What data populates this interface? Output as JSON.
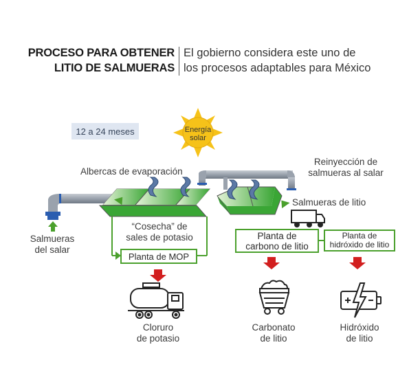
{
  "header": {
    "title_line1": "PROCESO PARA OBTENER",
    "title_line2": "LITIO DE SALMUERAS",
    "subtitle_line1": "El gobierno considera este uno de",
    "subtitle_line2": "los procesos adaptables para México"
  },
  "duration": "12 a 24 meses",
  "sun": {
    "line1": "Energía",
    "line2": "solar"
  },
  "labels": {
    "evaporation_pools": "Albercas de evaporación",
    "reinjection_line1": "Reinyección de",
    "reinjection_line2": "salmueras al salar",
    "lithium_brines": "Salmueras de litio",
    "salar_brines_line1": "Salmueras",
    "salar_brines_line2": "del salar",
    "harvest_line1": "“Cosecha” de",
    "harvest_line2": "sales de potasio"
  },
  "plants": {
    "mop": "Planta de MOP",
    "carbonate_line1": "Planta de",
    "carbonate_line2": "carbono de litio",
    "hydroxide_line1": "Planta de",
    "hydroxide_line2": "hidróxido de litio"
  },
  "products": {
    "potassium_line1": "Cloruro",
    "potassium_line2": "de potasio",
    "carbonate_line1": "Carbonato",
    "carbonate_line2": "de litio",
    "hydroxide_line1": "Hidróxido",
    "hydroxide_line2": "de litio"
  },
  "colors": {
    "pipe_gray": "#8d96a3",
    "pipe_blue": "#2a5db0",
    "pool_green": "#3aa635",
    "box_green": "#4aa02c",
    "arrow_red": "#d21f1f",
    "sun_yellow": "#f6c219"
  },
  "icons": [
    "sun-icon",
    "tanker-truck-icon",
    "mine-cart-icon",
    "battery-icon",
    "truck-icon",
    "pipe-icon"
  ]
}
